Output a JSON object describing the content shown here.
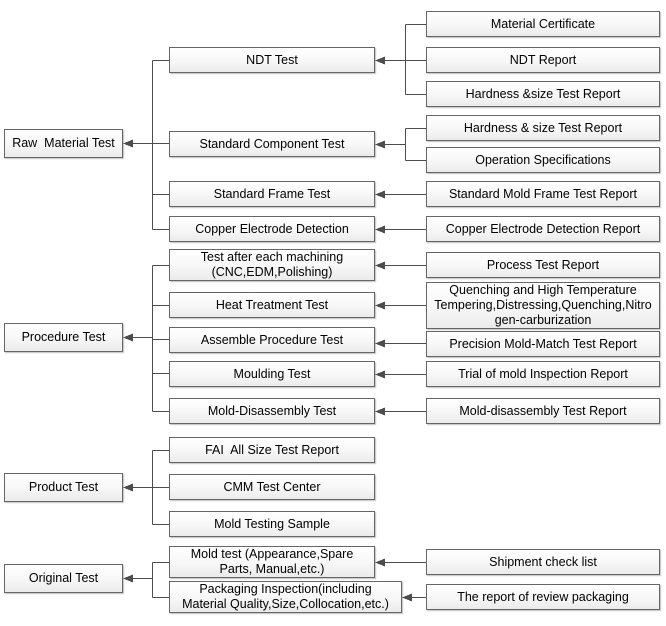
{
  "colors": {
    "box_border": "#666666",
    "box_fill_top": "#ffffff",
    "box_fill_bottom": "#ebebeb",
    "connector_line": "#4d4d4d",
    "text": "#000000"
  },
  "nodes": {
    "left": [
      {
        "id": "raw-material-test",
        "label": "Raw  Material Test"
      },
      {
        "id": "procedure-test",
        "label": "Procedure Test"
      },
      {
        "id": "product-test",
        "label": "Product Test"
      },
      {
        "id": "original-test",
        "label": "Original Test"
      }
    ],
    "middle": [
      {
        "id": "ndt-test",
        "label": "NDT Test"
      },
      {
        "id": "standard-component-test",
        "label": "Standard Component Test"
      },
      {
        "id": "standard-frame-test",
        "label": "Standard Frame Test"
      },
      {
        "id": "copper-electrode-detection",
        "label": "Copper Electrode Detection"
      },
      {
        "id": "test-after-each-machining",
        "label": "Test after each machining\n(CNC,EDM,Polishing)"
      },
      {
        "id": "heat-treatment-test",
        "label": "Heat Treatment Test"
      },
      {
        "id": "assemble-procedure-test",
        "label": "Assemble Procedure Test"
      },
      {
        "id": "moulding-test",
        "label": "Moulding Test"
      },
      {
        "id": "mold-disassembly-test",
        "label": "Mold-Disassembly Test"
      },
      {
        "id": "fai-all-size-test-report",
        "label": "FAI  All Size Test Report"
      },
      {
        "id": "cmm-test-center",
        "label": "CMM Test Center"
      },
      {
        "id": "mold-testing-sample",
        "label": "Mold Testing Sample"
      },
      {
        "id": "mold-test-appearance",
        "label": "Mold test (Appearance,Spare\nParts, Manual,etc.)"
      },
      {
        "id": "packaging-inspection",
        "label": "Packaging Inspection(including\nMaterial Quality,Size,Collocation,etc.)"
      }
    ],
    "right": [
      {
        "id": "material-certificate",
        "label": "Material Certificate"
      },
      {
        "id": "ndt-report",
        "label": "NDT Report"
      },
      {
        "id": "hardness-size-test-report-1",
        "label": "Hardness &size Test Report"
      },
      {
        "id": "hardness-size-test-report-2",
        "label": "Hardness & size Test Report"
      },
      {
        "id": "operation-specifications",
        "label": "Operation Specifications"
      },
      {
        "id": "standard-mold-frame-test-report",
        "label": "Standard Mold Frame Test Report"
      },
      {
        "id": "copper-electrode-detection-report",
        "label": "Copper Electrode Detection Report"
      },
      {
        "id": "process-test-report",
        "label": "Process Test Report"
      },
      {
        "id": "quenching-treatments",
        "label": "Quenching and High Temperature\nTempering,Distressing,Quenching,Nitro\ngen-carburization"
      },
      {
        "id": "precision-mold-match-test-report",
        "label": "Precision Mold-Match Test Report"
      },
      {
        "id": "trial-of-mold-inspection-report",
        "label": "Trial of mold Inspection Report"
      },
      {
        "id": "mold-disassembly-test-report",
        "label": "Mold-disassembly Test Report"
      },
      {
        "id": "shipment-check-list",
        "label": "Shipment check list"
      },
      {
        "id": "report-of-review-packaging",
        "label": "The report of review packaging"
      }
    ]
  },
  "edges": [
    {
      "from": "ndt-test",
      "to": "raw-material-test"
    },
    {
      "from": "standard-component-test",
      "to": "raw-material-test"
    },
    {
      "from": "standard-frame-test",
      "to": "raw-material-test"
    },
    {
      "from": "copper-electrode-detection",
      "to": "raw-material-test"
    },
    {
      "from": "test-after-each-machining",
      "to": "procedure-test"
    },
    {
      "from": "heat-treatment-test",
      "to": "procedure-test"
    },
    {
      "from": "assemble-procedure-test",
      "to": "procedure-test"
    },
    {
      "from": "moulding-test",
      "to": "procedure-test"
    },
    {
      "from": "mold-disassembly-test",
      "to": "procedure-test"
    },
    {
      "from": "fai-all-size-test-report",
      "to": "product-test"
    },
    {
      "from": "cmm-test-center",
      "to": "product-test"
    },
    {
      "from": "mold-testing-sample",
      "to": "product-test"
    },
    {
      "from": "mold-test-appearance",
      "to": "original-test"
    },
    {
      "from": "packaging-inspection",
      "to": "original-test"
    },
    {
      "from": "material-certificate",
      "to": "ndt-test"
    },
    {
      "from": "ndt-report",
      "to": "ndt-test"
    },
    {
      "from": "hardness-size-test-report-1",
      "to": "ndt-test"
    },
    {
      "from": "hardness-size-test-report-2",
      "to": "standard-component-test"
    },
    {
      "from": "operation-specifications",
      "to": "standard-component-test"
    },
    {
      "from": "standard-mold-frame-test-report",
      "to": "standard-frame-test"
    },
    {
      "from": "copper-electrode-detection-report",
      "to": "copper-electrode-detection"
    },
    {
      "from": "process-test-report",
      "to": "test-after-each-machining"
    },
    {
      "from": "quenching-treatments",
      "to": "heat-treatment-test"
    },
    {
      "from": "precision-mold-match-test-report",
      "to": "assemble-procedure-test"
    },
    {
      "from": "trial-of-mold-inspection-report",
      "to": "moulding-test"
    },
    {
      "from": "mold-disassembly-test-report",
      "to": "mold-disassembly-test"
    },
    {
      "from": "shipment-check-list",
      "to": "mold-test-appearance"
    },
    {
      "from": "report-of-review-packaging",
      "to": "packaging-inspection"
    }
  ]
}
